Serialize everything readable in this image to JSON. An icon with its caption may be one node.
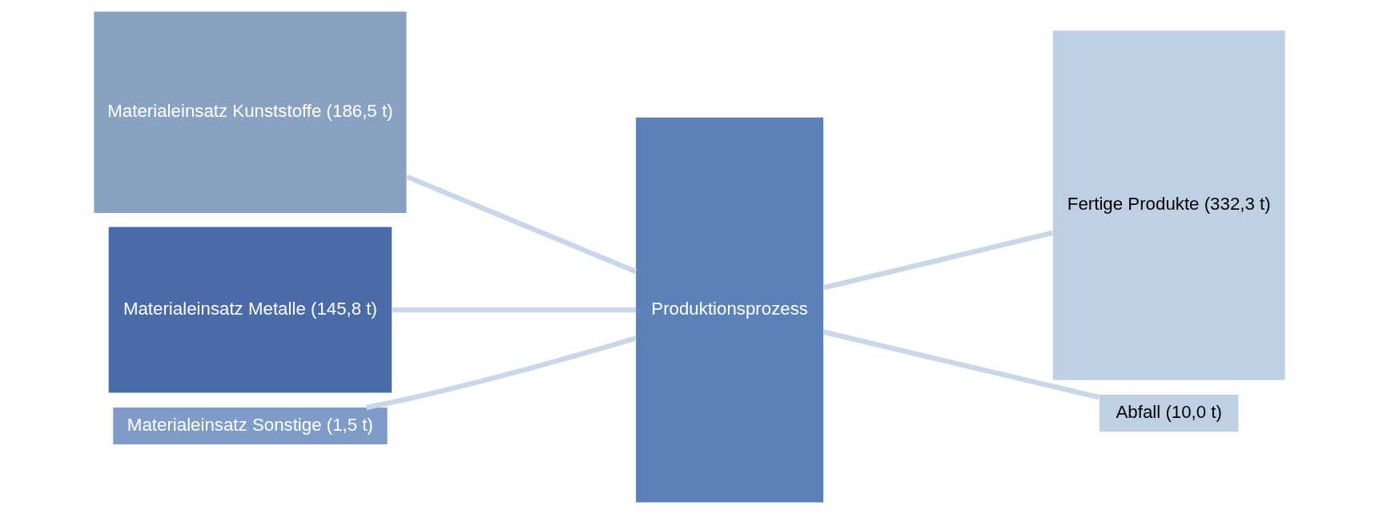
{
  "diagram": {
    "nodes": [
      {
        "text": [
          "Materialeinsatz Kunststoffe (186,5 t)"
        ]
      },
      {
        "text": [
          "Materialeinsatz Metalle (145,8 t)"
        ]
      },
      {
        "text": [
          "Materialeinsatz Sonstige (1,5 t)"
        ]
      },
      {
        "text": [
          "Produktionsprozess"
        ]
      },
      {
        "text": [
          "Fertige Produkte (332,3 t)"
        ]
      },
      {
        "text": [
          "Abfall (10,0 t)"
        ]
      }
    ],
    "edges": [
      {
        "from": 0,
        "to": 3,
        "arrow": "none"
      },
      {
        "from": 1,
        "to": 3,
        "arrow": "none"
      },
      {
        "from": 2,
        "to": 3,
        "arrow": "none"
      },
      {
        "from": 3,
        "to": 4,
        "arrow": "none"
      },
      {
        "from": 3,
        "to": 5,
        "arrow": "none"
      }
    ]
  }
}
